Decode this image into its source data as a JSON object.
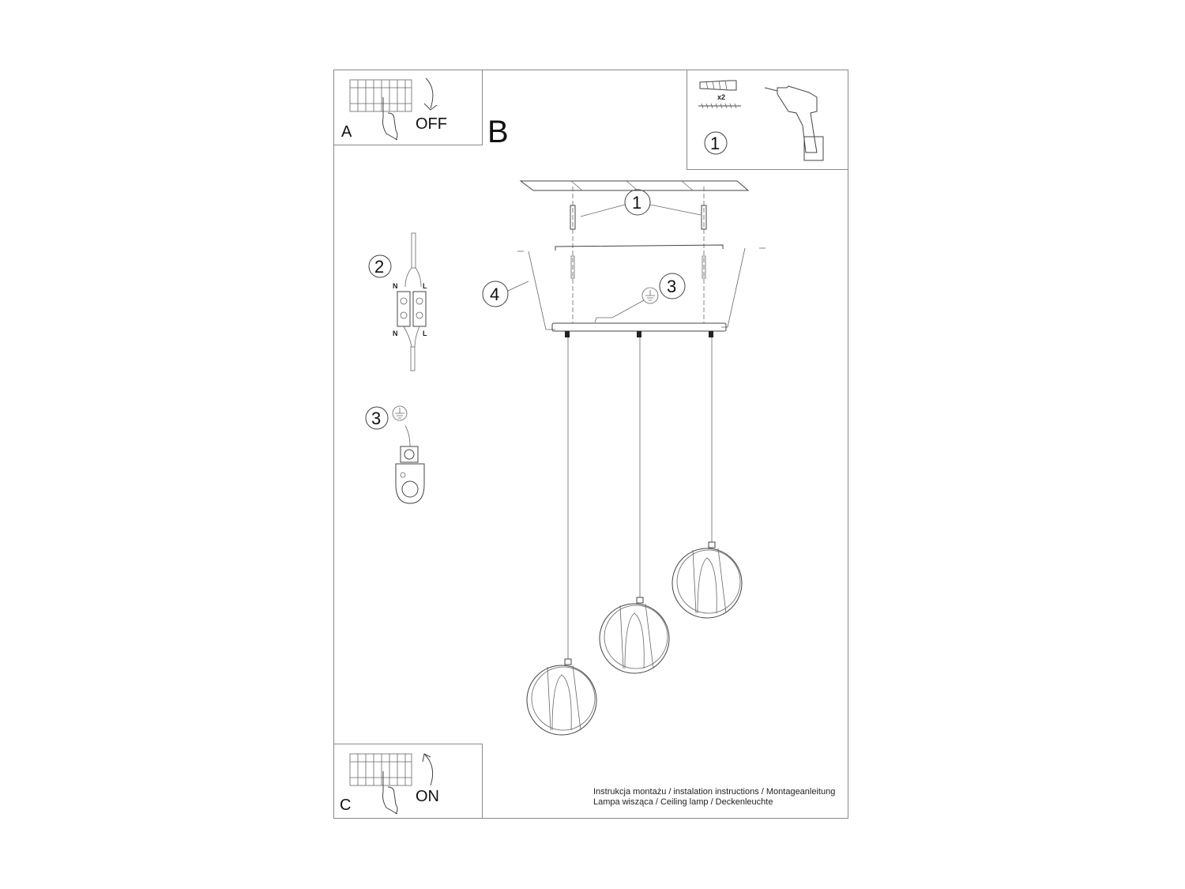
{
  "panels": {
    "a": {
      "letter": "A",
      "state": "OFF",
      "icon": "circuit-breaker-off-icon"
    },
    "b": {
      "letter": "B"
    },
    "c": {
      "letter": "C",
      "state": "ON",
      "icon": "circuit-breaker-on-icon"
    }
  },
  "tools": {
    "callout": "1",
    "quantity": "x2",
    "items": [
      "wall-plug-icon",
      "screw-icon",
      "drill-icon"
    ]
  },
  "steps": {
    "wiring": {
      "callout": "2",
      "label_n": "N",
      "label_l": "L"
    },
    "ground": {
      "callout": "3",
      "icon": "ground-symbol-icon"
    }
  },
  "diagram": {
    "callout_screws": "1",
    "callout_ground": "3",
    "callout_cover": "4",
    "pendants": 3
  },
  "caption": {
    "line1": "Instrukcja montażu / instalation instructions / Montageanleitung",
    "line2": "Lampa wisząca / Ceiling lamp / Deckenleuchte"
  },
  "colors": {
    "line": "#444444",
    "border": "#8a8a8a",
    "background": "#ffffff"
  }
}
